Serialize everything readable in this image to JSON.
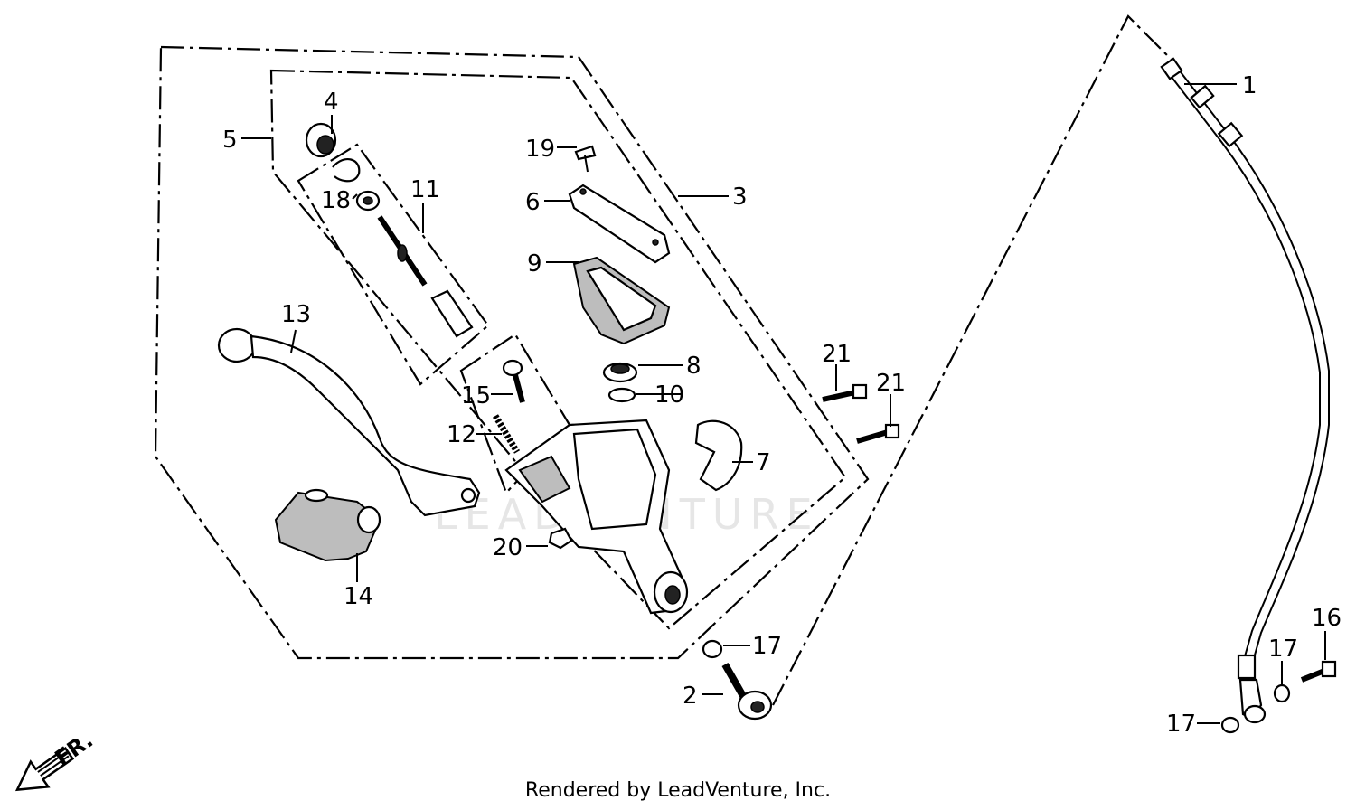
{
  "diagram": {
    "callouts": [
      {
        "id": "c1",
        "text": "1"
      },
      {
        "id": "c2",
        "text": "2"
      },
      {
        "id": "c3",
        "text": "3"
      },
      {
        "id": "c4",
        "text": "4"
      },
      {
        "id": "c5",
        "text": "5"
      },
      {
        "id": "c6",
        "text": "6"
      },
      {
        "id": "c7",
        "text": "7"
      },
      {
        "id": "c8",
        "text": "8"
      },
      {
        "id": "c9",
        "text": "9"
      },
      {
        "id": "c10",
        "text": "10"
      },
      {
        "id": "c11",
        "text": "11"
      },
      {
        "id": "c12",
        "text": "12"
      },
      {
        "id": "c13",
        "text": "13"
      },
      {
        "id": "c14",
        "text": "14"
      },
      {
        "id": "c15",
        "text": "15"
      },
      {
        "id": "c16",
        "text": "16"
      },
      {
        "id": "c17a",
        "text": "17"
      },
      {
        "id": "c17b",
        "text": "17"
      },
      {
        "id": "c17c",
        "text": "17"
      },
      {
        "id": "c18",
        "text": "18"
      },
      {
        "id": "c19",
        "text": "19"
      },
      {
        "id": "c20",
        "text": "20"
      },
      {
        "id": "c21a",
        "text": "21"
      },
      {
        "id": "c21b",
        "text": "21"
      }
    ],
    "direction_label": "FR.",
    "watermark": "LEADVENTURE"
  },
  "footer": {
    "text": "Rendered by LeadVenture, Inc."
  }
}
